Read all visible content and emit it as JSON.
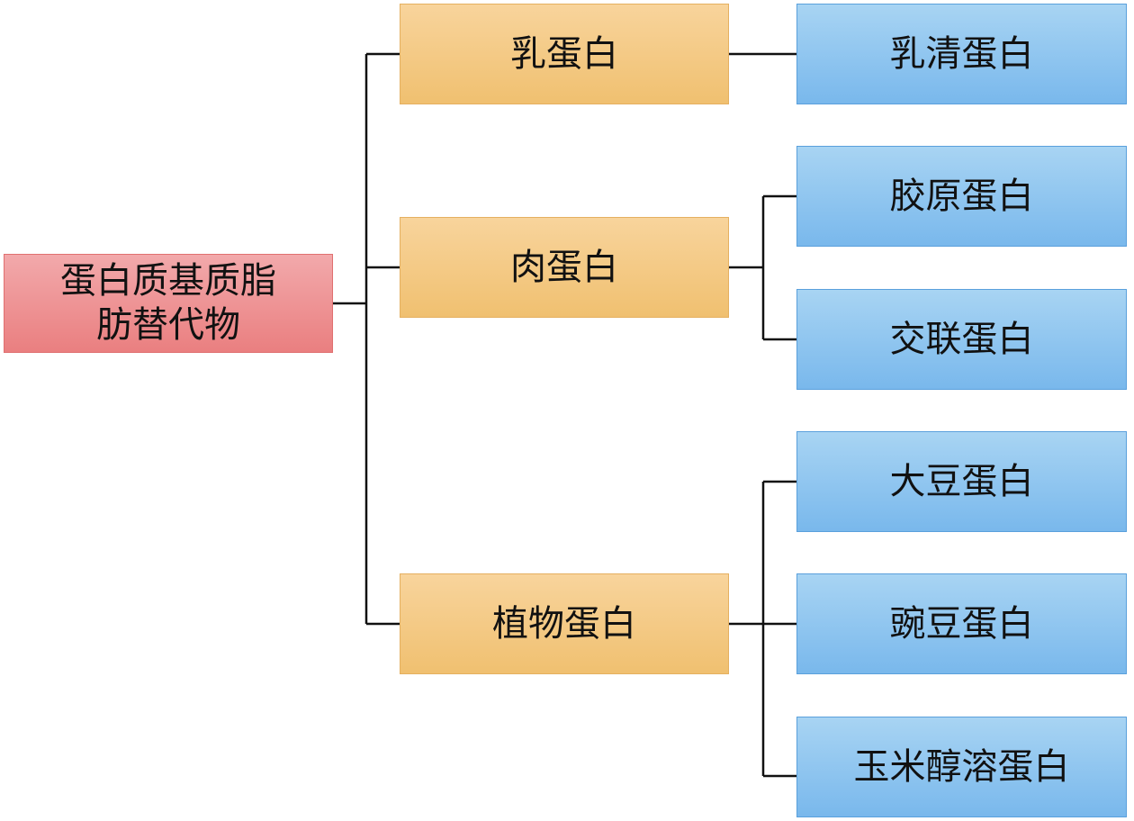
{
  "root": {
    "label_line1": "蛋白质基质脂",
    "label_line2": "肪替代物"
  },
  "categories": [
    {
      "label": "乳蛋白",
      "children": [
        "乳清蛋白"
      ]
    },
    {
      "label": "肉蛋白",
      "children": [
        "胶原蛋白",
        "交联蛋白"
      ]
    },
    {
      "label": "植物蛋白",
      "children": [
        "大豆蛋白",
        "豌豆蛋白",
        "玉米醇溶蛋白"
      ]
    }
  ],
  "colors": {
    "root": "#ea8a8b",
    "category": "#f5c982",
    "leaf": "#8cc4ef",
    "connector": "#111111"
  }
}
